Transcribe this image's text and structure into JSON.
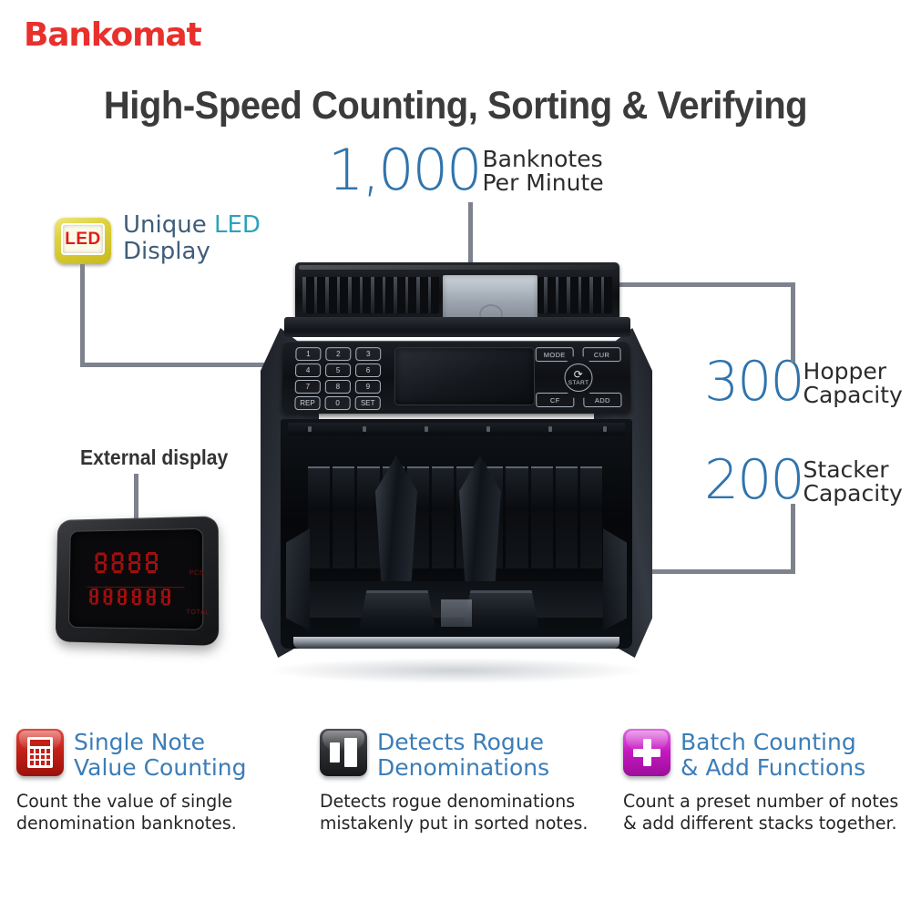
{
  "brand": {
    "name": "Bankomat",
    "color": "#e8302c"
  },
  "headline": "High-Speed Counting, Sorting & Verifying",
  "colors": {
    "accent_blue": "#2f74ad",
    "title_blue": "#3b7db8",
    "cyan": "#2aa3bd",
    "connector_gray": "#7d828c",
    "headline_gray": "#3b3b3b"
  },
  "callouts": {
    "speed": {
      "number": "1,000",
      "label_line1": "Banknotes",
      "label_line2": "Per Minute"
    },
    "hopper": {
      "number": "300",
      "label_line1": "Hopper",
      "label_line2": "Capacity"
    },
    "stacker": {
      "number": "200",
      "label_line1": "Stacker",
      "label_line2": "Capacity"
    },
    "led": {
      "icon_text": "LED",
      "word1": "Unique",
      "word2": "LED",
      "word3": "Display"
    },
    "external_display": {
      "label": "External display"
    }
  },
  "device": {
    "external_display": {
      "top_digits": "8888",
      "bottom_digits": "888888",
      "top_unit": "PCS",
      "bottom_unit": "TOTAL"
    },
    "control_panel": {
      "keypad": [
        [
          "1",
          "2",
          "3"
        ],
        [
          "4",
          "5",
          "6"
        ],
        [
          "7",
          "8",
          "9"
        ],
        [
          "REP",
          "0",
          "SET"
        ]
      ],
      "buttons": {
        "mode": "MODE",
        "cur": "CUR",
        "start": "START",
        "start_glyph": "⟳",
        "cf": "CF",
        "add": "ADD"
      }
    }
  },
  "features": [
    {
      "icon": "calculator-icon",
      "icon_color": "#c21f17",
      "title_line1": "Single Note",
      "title_line2": "Value Counting",
      "desc_line1": "Count the value of single",
      "desc_line2": "denomination banknotes."
    },
    {
      "icon": "two-bars-icon",
      "icon_color": "#2c2e31",
      "title_line1": "Detects Rogue",
      "title_line2": "Denominations",
      "desc_line1": "Detects rogue denominations",
      "desc_line2": "mistakenly put in sorted notes."
    },
    {
      "icon": "plus-icon",
      "icon_color": "#c518c0",
      "title_line1": "Batch Counting",
      "title_line2": "& Add Functions",
      "desc_line1": "Count a preset number of notes",
      "desc_line2": "& add different stacks together."
    }
  ]
}
